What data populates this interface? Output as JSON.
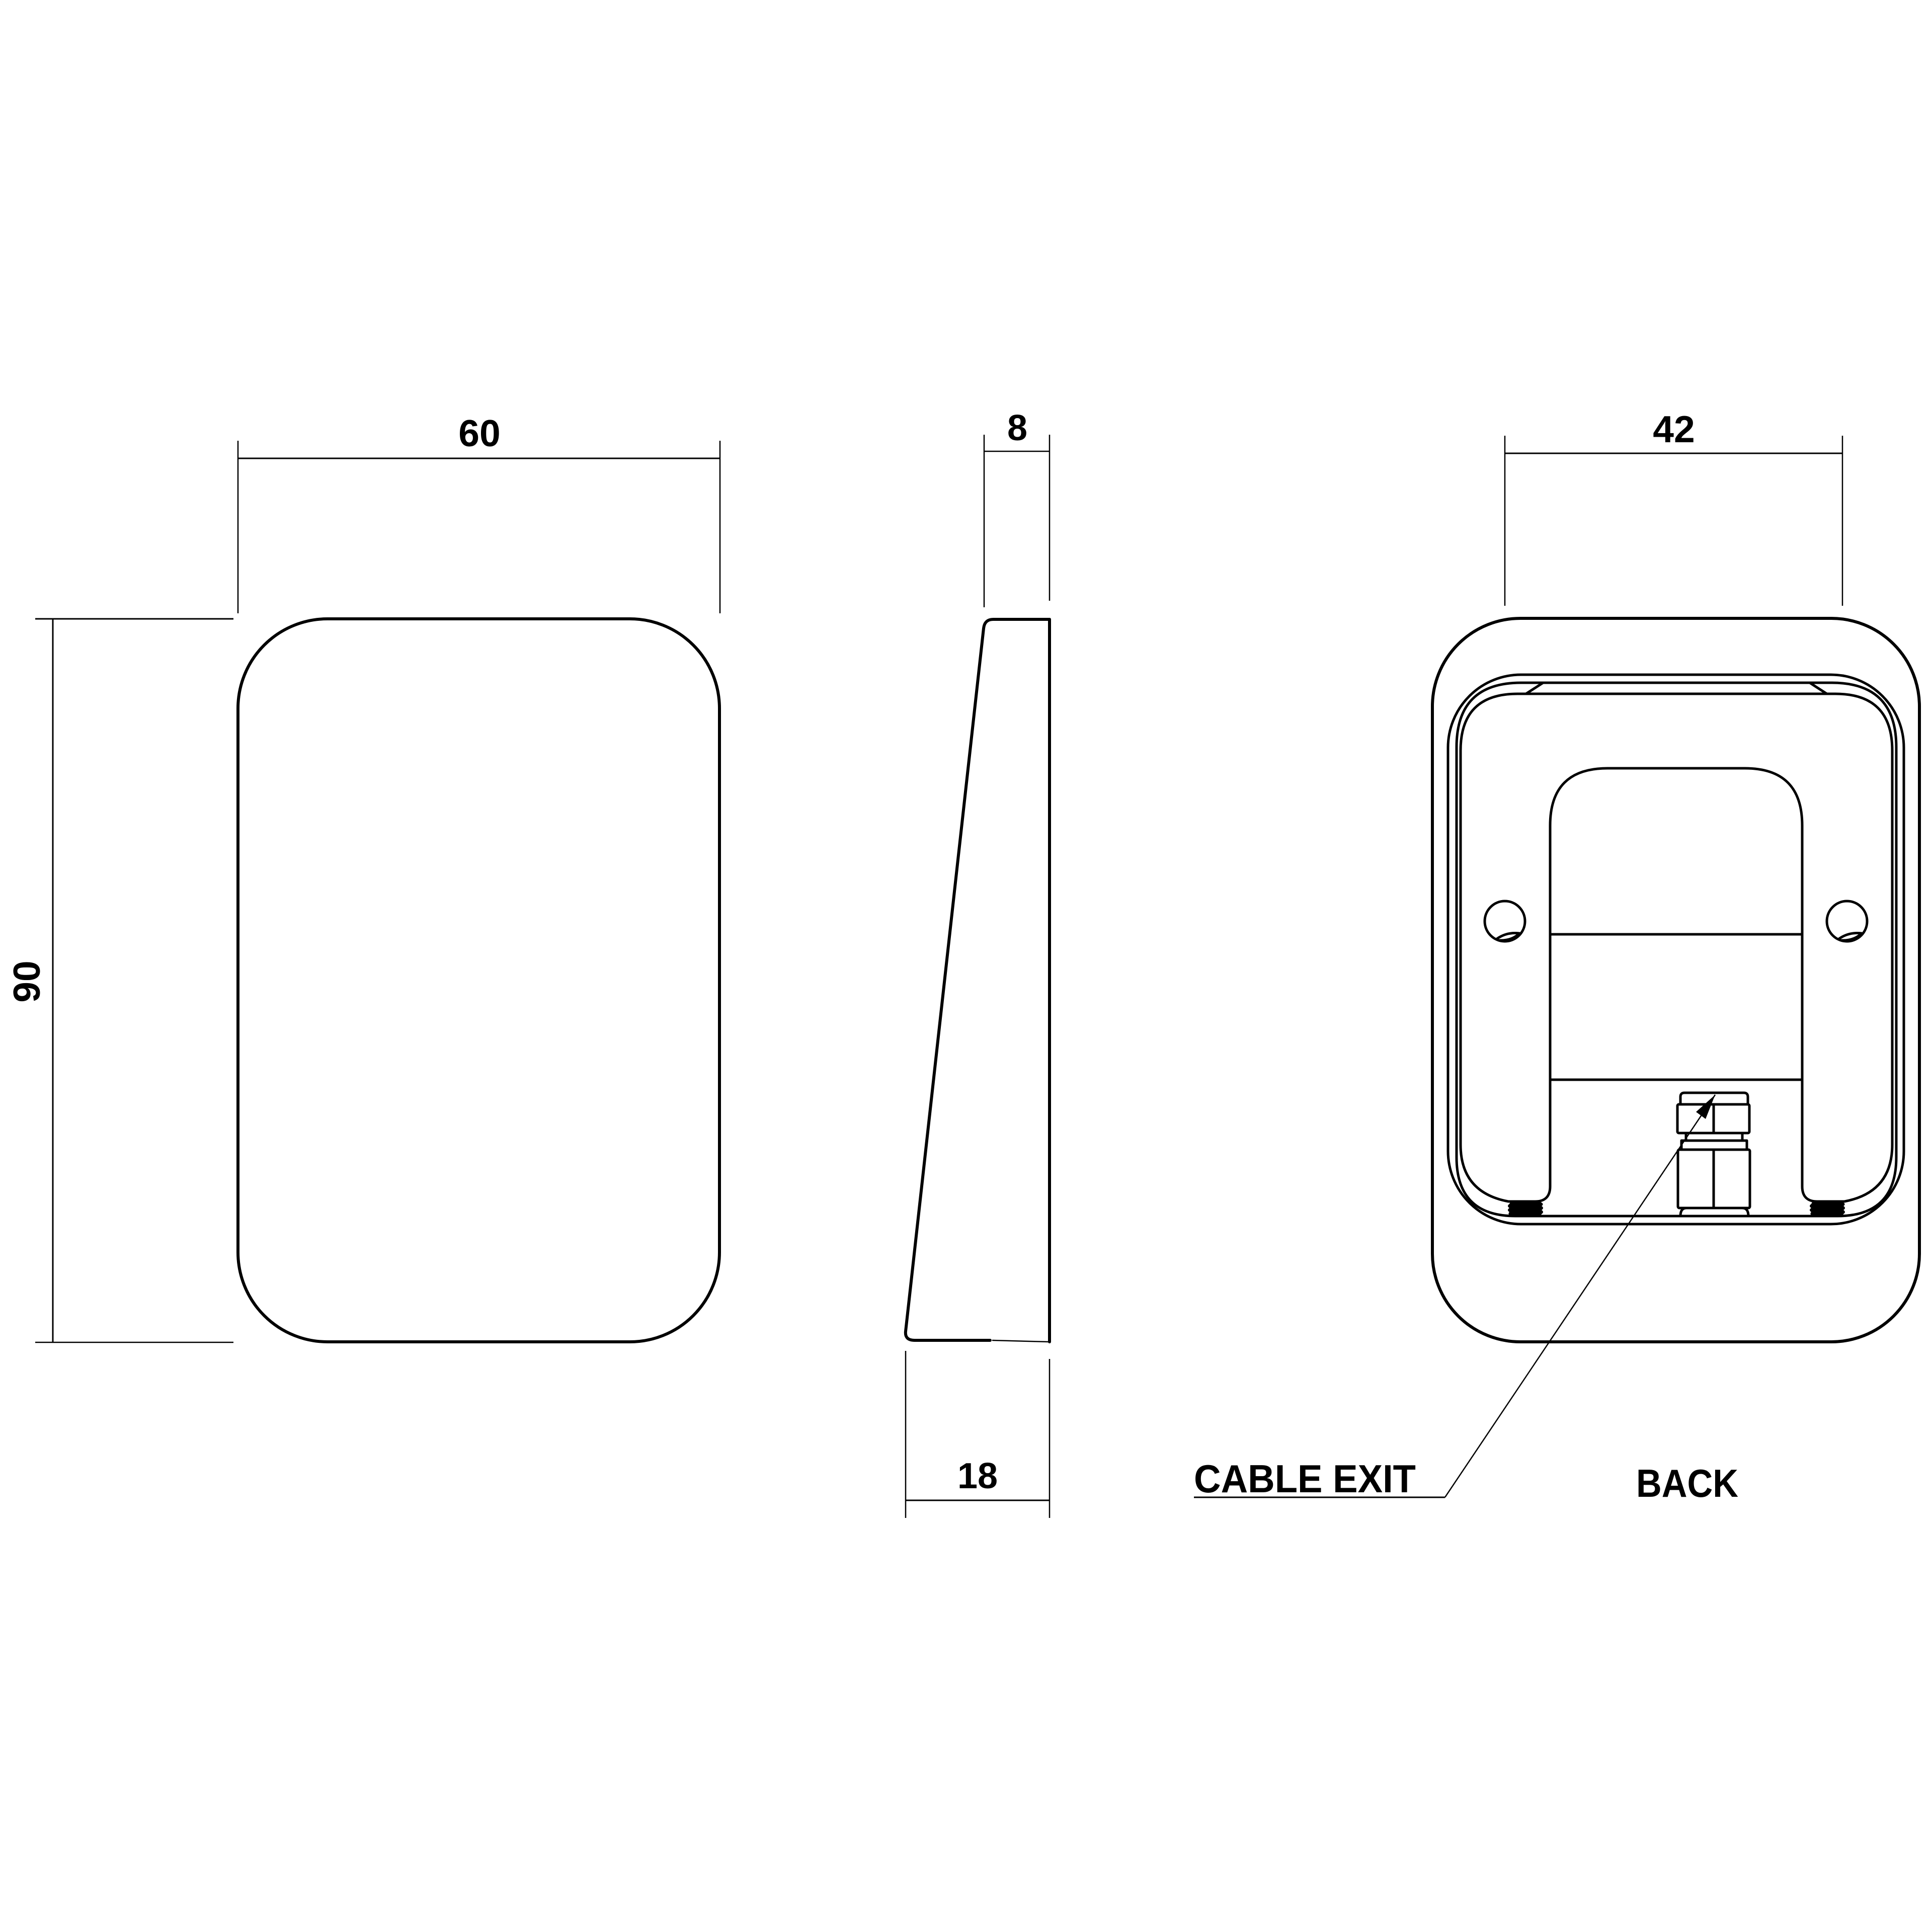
{
  "drawing": {
    "type": "technical-dimension-drawing",
    "background": "#ffffff",
    "line_color": "#000000"
  },
  "views": {
    "front": {
      "dimensions": {
        "width": {
          "value": "60"
        },
        "height": {
          "value": "90"
        }
      }
    },
    "side": {
      "dimensions": {
        "top_depth": {
          "value": "8"
        },
        "bottom_depth": {
          "value": "18"
        }
      }
    },
    "back": {
      "label": "BACK",
      "dimensions": {
        "bracket_width": {
          "value": "42"
        }
      },
      "callouts": {
        "cable_exit": {
          "label": "CABLE EXIT"
        }
      }
    }
  }
}
